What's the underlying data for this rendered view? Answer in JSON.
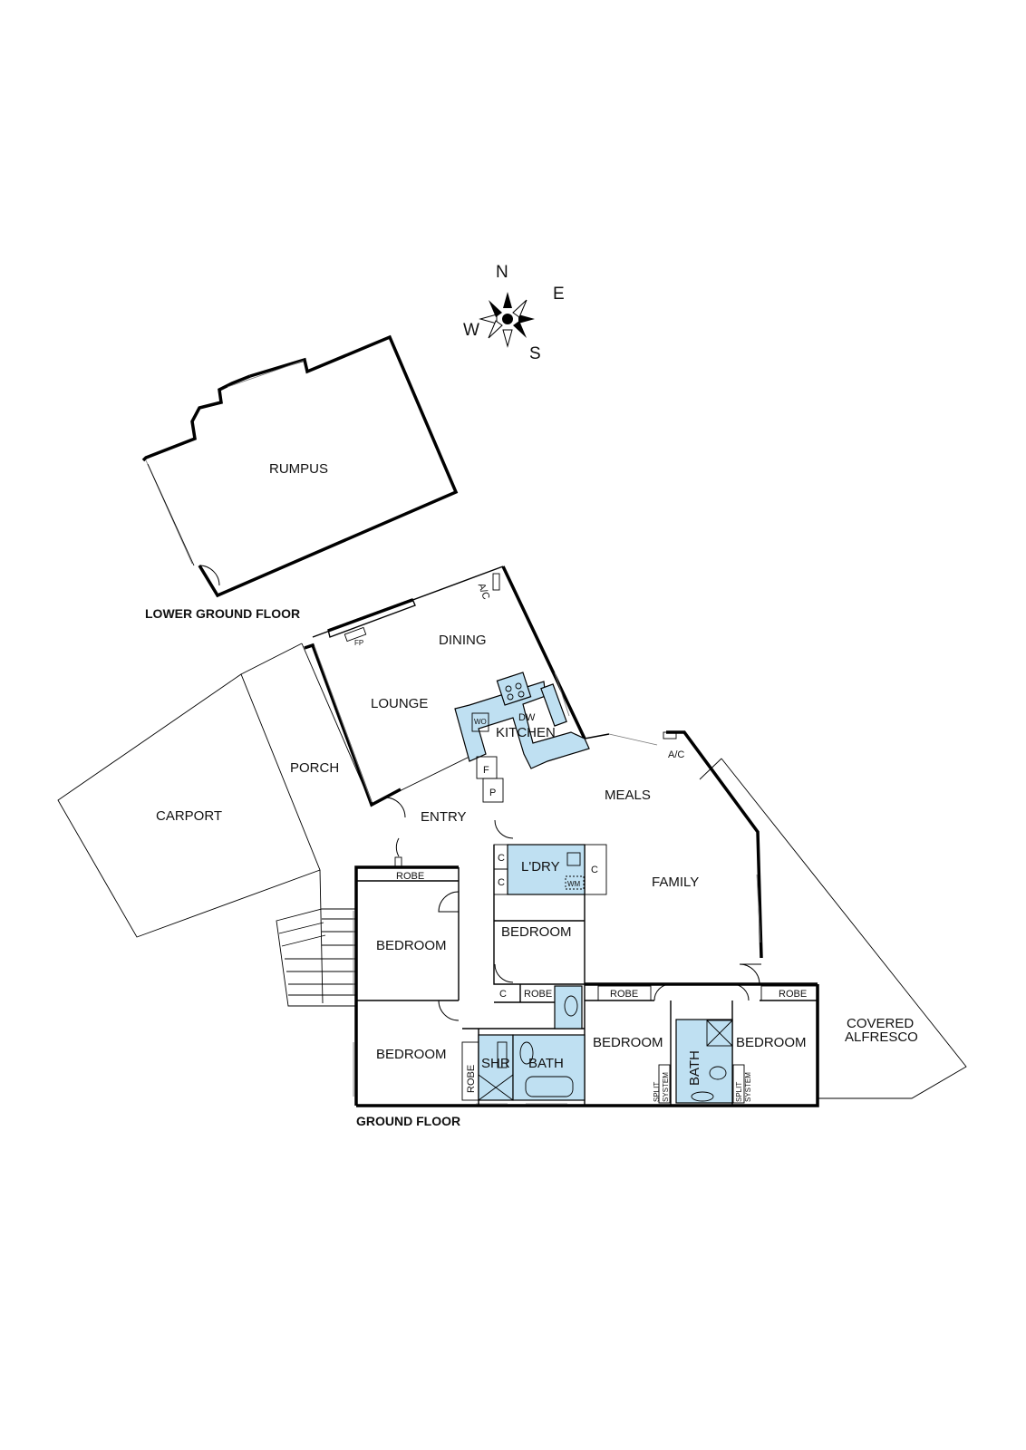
{
  "compass": {
    "n": "N",
    "e": "E",
    "s": "S",
    "w": "W"
  },
  "floors": {
    "lower": "LOWER GROUND FLOOR",
    "ground": "GROUND FLOOR"
  },
  "rooms": {
    "rumpus": "RUMPUS",
    "dining": "DINING",
    "lounge": "LOUNGE",
    "kitchen": "KITCHEN",
    "porch": "PORCH",
    "carport": "CARPORT",
    "entry": "ENTRY",
    "meals": "MEALS",
    "family": "FAMILY",
    "laundry": "L'DRY",
    "bedroom": "BEDROOM",
    "bath": "BATH",
    "shower": "SHR",
    "covered_alfresco_1": "COVERED",
    "covered_alfresco_2": "ALFRESCO"
  },
  "fixtures": {
    "robe": "ROBE",
    "fireplace": "FP",
    "aircon": "A/C",
    "dishwasher": "DW",
    "wall_oven": "WO",
    "fridge": "F",
    "pantry": "P",
    "cupboard": "C",
    "washing_machine": "WM",
    "split_1": "SPLIT",
    "split_2": "SYSTEM"
  },
  "colors": {
    "wet_area": "#bfe0f2",
    "wall": "#000000"
  }
}
